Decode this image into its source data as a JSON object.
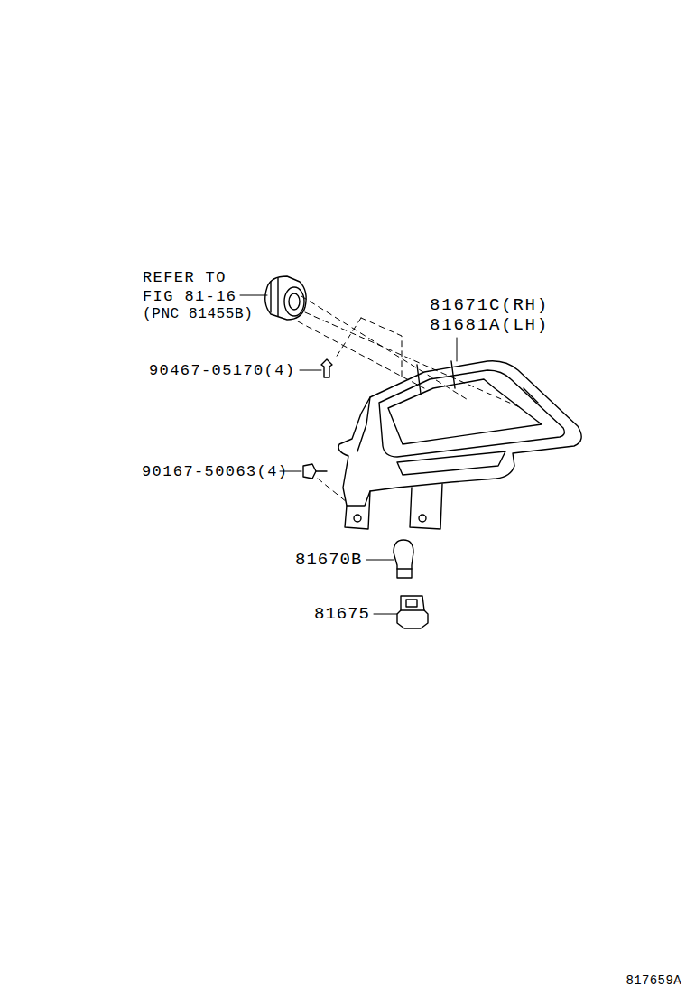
{
  "diagram": {
    "labels": [
      "REFER TO",
      "FIG 81-16",
      "(PNC 81455B)",
      "81671C(RH)",
      "81681A(LH)",
      "90467-05170(4)",
      "90167-50063(4)",
      "81670B",
      "81675",
      "817659A"
    ]
  }
}
